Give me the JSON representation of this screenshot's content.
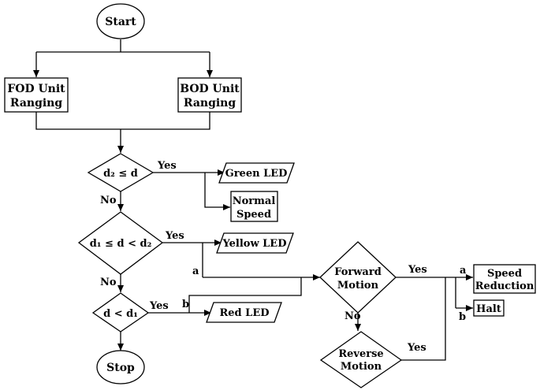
{
  "nodes": {
    "start": "Start",
    "fod_line1": "FOD Unit",
    "fod_line2": "Ranging",
    "bod_line1": "BOD Unit",
    "bod_line2": "Ranging",
    "decision1": "d₂ ≤ d",
    "green_led": "Green LED",
    "normal_line1": "Normal",
    "normal_line2": "Speed",
    "decision2": "d₁ ≤ d < d₂",
    "yellow_led": "Yellow LED",
    "decision3": "d < d₁",
    "red_led": "Red LED",
    "stop": "Stop",
    "forward_line1": "Forward",
    "forward_line2": "Motion",
    "reverse_line1": "Reverse",
    "reverse_line2": "Motion",
    "speed_line1": "Speed",
    "speed_line2": "Reduction",
    "halt": "Halt"
  },
  "labels": {
    "yes1": "Yes",
    "no1": "No",
    "yes2": "Yes",
    "no2": "No",
    "yes3": "Yes",
    "a_left": "a",
    "b_left": "b",
    "yes_forward": "Yes",
    "no_forward": "No",
    "yes_reverse": "Yes",
    "a_right": "a",
    "b_right": "b"
  }
}
